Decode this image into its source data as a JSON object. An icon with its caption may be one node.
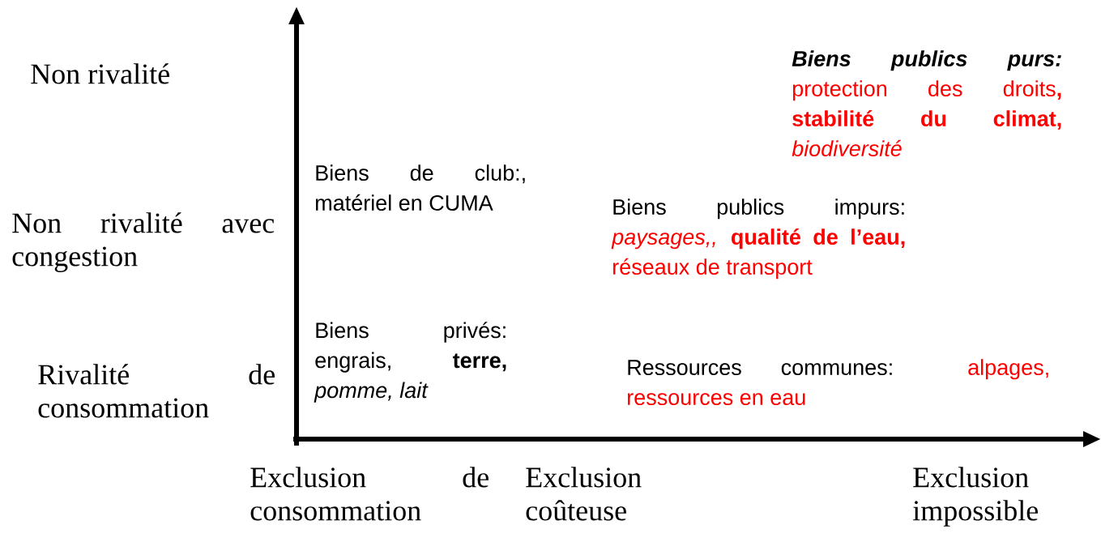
{
  "diagram": {
    "labels": [
      "Non rivalité",
      "Biens publics purs:",
      "protection des droits**,** **stabilité du climat,** *biodiversité*",
      "Biens de club:,",
      "matériel en CUMA",
      "Non rivalité avec congestion",
      "Biens publics impurs:",
      "*paysages,,* **qualité de l’eau,** réseaux de transport",
      "Biens privés:",
      "engrais, **terre,** *pomme, lait*",
      "Rivalité de consommation",
      "Ressources communes:",
      "alpages, ressources en eau",
      "Exclusion de consommation",
      "Exclusion coûteuse",
      "Exclusion impossible"
    ]
  }
}
